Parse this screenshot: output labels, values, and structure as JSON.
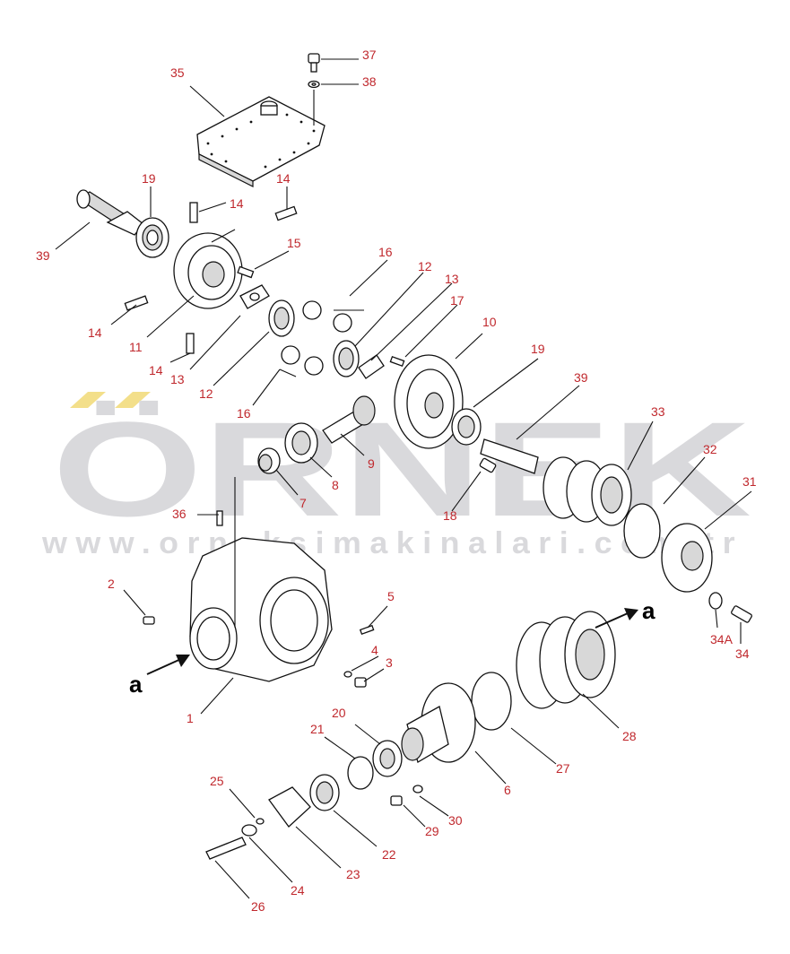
{
  "watermark": {
    "brand": "ÖRNEK",
    "url": "www.orneksimakinalari.com.tr",
    "brand_color": "#d9d9dc",
    "umlaut_color": "#f3df8a"
  },
  "arrow_labels": [
    "a",
    "a"
  ],
  "callouts": [
    {
      "id": "c37",
      "text": "37"
    },
    {
      "id": "c38",
      "text": "38"
    },
    {
      "id": "c35",
      "text": "35"
    },
    {
      "id": "c19a",
      "text": "19"
    },
    {
      "id": "c14a",
      "text": "14"
    },
    {
      "id": "c14b",
      "text": "14"
    },
    {
      "id": "c39a",
      "text": "39"
    },
    {
      "id": "c15",
      "text": "15"
    },
    {
      "id": "c16a",
      "text": "16"
    },
    {
      "id": "c12a",
      "text": "12"
    },
    {
      "id": "c13a",
      "text": "13"
    },
    {
      "id": "c17",
      "text": "17"
    },
    {
      "id": "c10",
      "text": "10"
    },
    {
      "id": "c14c",
      "text": "14"
    },
    {
      "id": "c11",
      "text": "11"
    },
    {
      "id": "c14d",
      "text": "14"
    },
    {
      "id": "c13b",
      "text": "13"
    },
    {
      "id": "c12b",
      "text": "12"
    },
    {
      "id": "c16b",
      "text": "16"
    },
    {
      "id": "c19b",
      "text": "19"
    },
    {
      "id": "c39b",
      "text": "39"
    },
    {
      "id": "c33",
      "text": "33"
    },
    {
      "id": "c9",
      "text": "9"
    },
    {
      "id": "c8",
      "text": "8"
    },
    {
      "id": "c7",
      "text": "7"
    },
    {
      "id": "c18",
      "text": "18"
    },
    {
      "id": "c32",
      "text": "32"
    },
    {
      "id": "c31",
      "text": "31"
    },
    {
      "id": "c36",
      "text": "36"
    },
    {
      "id": "c2",
      "text": "2"
    },
    {
      "id": "c5",
      "text": "5"
    },
    {
      "id": "c4",
      "text": "4"
    },
    {
      "id": "c3",
      "text": "3"
    },
    {
      "id": "c34a",
      "text": "34A"
    },
    {
      "id": "c34",
      "text": "34"
    },
    {
      "id": "c1",
      "text": "1"
    },
    {
      "id": "c20",
      "text": "20"
    },
    {
      "id": "c21",
      "text": "21"
    },
    {
      "id": "c28",
      "text": "28"
    },
    {
      "id": "c27",
      "text": "27"
    },
    {
      "id": "c6",
      "text": "6"
    },
    {
      "id": "c25",
      "text": "25"
    },
    {
      "id": "c22",
      "text": "22"
    },
    {
      "id": "c30",
      "text": "30"
    },
    {
      "id": "c29",
      "text": "29"
    },
    {
      "id": "c23",
      "text": "23"
    },
    {
      "id": "c24",
      "text": "24"
    },
    {
      "id": "c26",
      "text": "26"
    }
  ]
}
